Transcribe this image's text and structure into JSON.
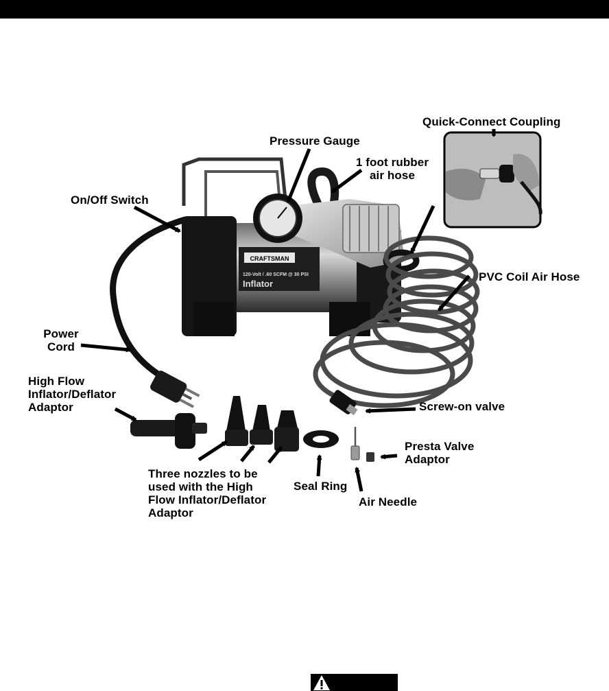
{
  "labels": {
    "quick_connect": "Quick-Connect Coupling",
    "pressure_gauge": "Pressure Gauge",
    "rubber_hose": "1 foot rubber\nair hose",
    "on_off": "On/Off Switch",
    "pvc_hose": "PVC Coil Air Hose",
    "power_cord": "Power\nCord",
    "high_flow": "High Flow\nInflator/Deflator\nAdaptor",
    "screw_valve": "Screw-on valve",
    "presta": "Presta Valve\nAdaptor",
    "nozzles": "Three nozzles to be\nused with the High\nFlow Inflator/Deflator\nAdaptor",
    "seal_ring": "Seal Ring",
    "air_needle": "Air Needle"
  },
  "product": {
    "brand": "CRAFTSMAN",
    "spec": "120-Volt / .60 SCFM @ 30 PSI",
    "name": "Inflator"
  },
  "colors": {
    "ink": "#000000",
    "paper": "#ffffff"
  },
  "icons": [
    "warning-triangle-icon"
  ]
}
